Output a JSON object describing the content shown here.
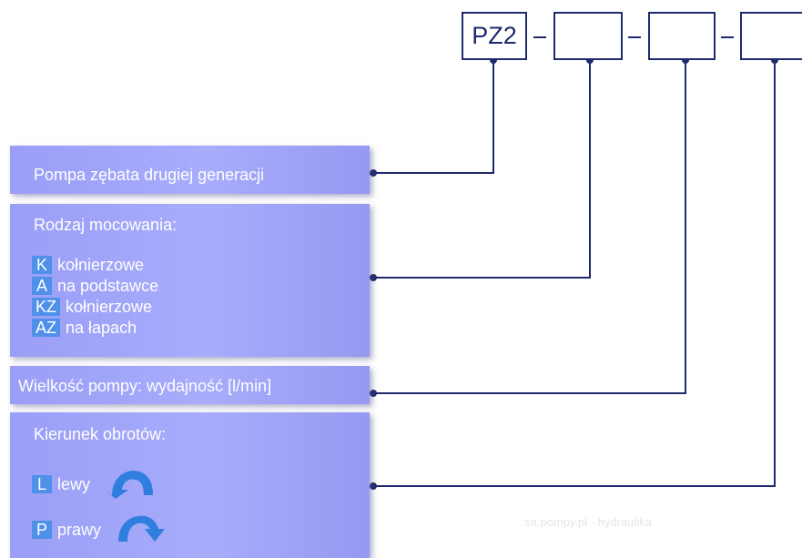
{
  "code_boxes": [
    "PZ2",
    "",
    "",
    ""
  ],
  "panels": {
    "generation": {
      "label": "Pompa zębata drugiej generacji"
    },
    "mounting": {
      "title": "Rodzaj mocowania:",
      "options": [
        {
          "code": "K",
          "label": "kołnierzowe"
        },
        {
          "code": "A",
          "label": "na podstawce"
        },
        {
          "code": "KZ",
          "label": "kołnierzowe"
        },
        {
          "code": "AZ",
          "label": "na łapach"
        }
      ]
    },
    "size": {
      "label": "Wielkość pompy: wydajność [l/min]"
    },
    "rotation": {
      "title": "Kierunek obrotów:",
      "options": [
        {
          "code": "L",
          "label": "lewy",
          "icon": "counterclockwise-arrow-icon"
        },
        {
          "code": "P",
          "label": "prawy",
          "icon": "clockwise-arrow-icon"
        }
      ]
    }
  },
  "watermark": "sa.pompy.pl · hydraulika",
  "colors": {
    "line": "#1e2a6e",
    "panel": "#a3a7f8",
    "code_badge": "#4f90e8",
    "arrow": "#2f7ee0"
  }
}
